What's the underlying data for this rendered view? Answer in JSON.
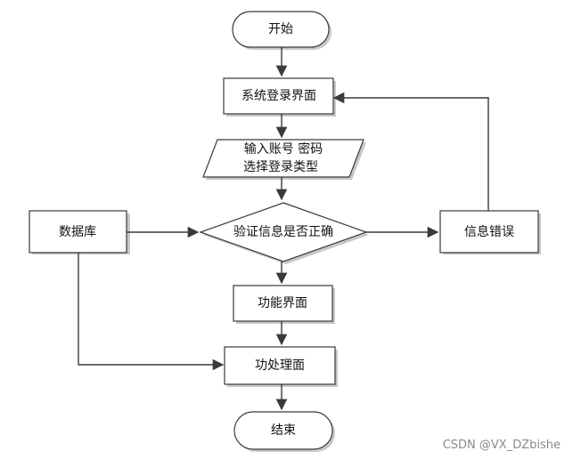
{
  "nodes": {
    "start": "开始",
    "login_page": "系统登录界面",
    "input_line1": "输入账号 密码",
    "input_line2": "选择登录类型",
    "database": "数据库",
    "decision": "验证信息是否正确",
    "error": "信息错误",
    "function_page": "功能界面",
    "process_page": "功处理面",
    "end": "结束"
  },
  "watermark": "CSDN @VX_DZbishe",
  "colors": {
    "stroke": "#3a3a3a",
    "fill": "#ffffff",
    "shadow": "#c8c8c8",
    "text": "#111111",
    "watermark": "#8a8a8a"
  }
}
